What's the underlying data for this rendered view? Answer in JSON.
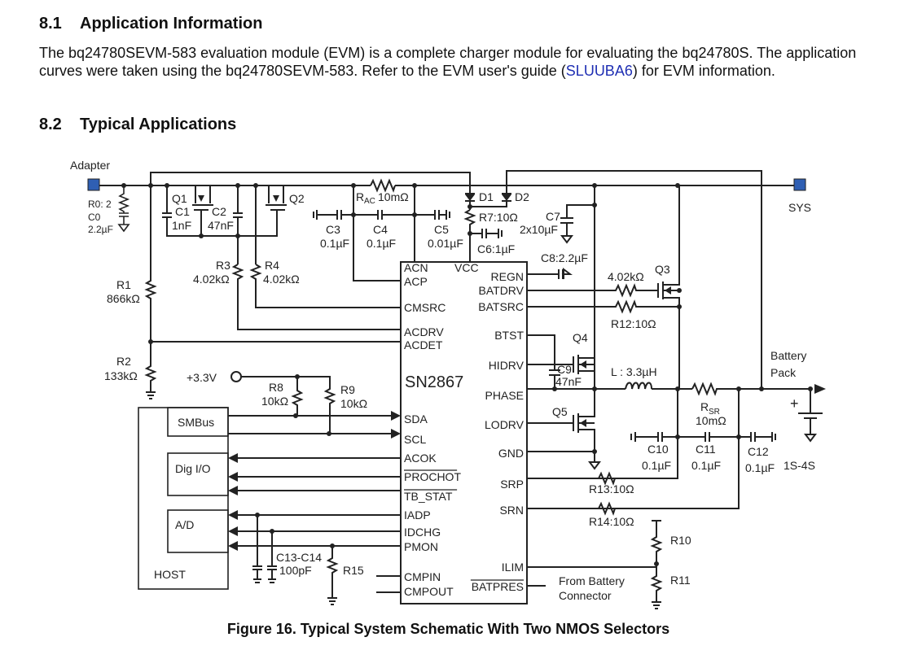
{
  "sections": {
    "s81": {
      "number": "8.1",
      "title": "Application Information"
    },
    "s82": {
      "number": "8.2",
      "title": "Typical Applications"
    }
  },
  "paragraph": {
    "text_before_link": "The bq24780SEVM-583 evaluation module (EVM) is a complete charger module for evaluating the bq24780S. The application curves were taken using the bq24780SEVM-583. Refer to the EVM user's guide (",
    "link_text": "SLUUBA6",
    "text_after_link": ") for EVM information.",
    "link_color": "#1f2fb3"
  },
  "schematic": {
    "ic_name": "SN2867",
    "terminals": {
      "adapter": "Adapter",
      "sys": "SYS",
      "battery_line1": "Battery",
      "battery_line2": "Pack",
      "battery_cells": "1S-4S",
      "plus": "+",
      "v33": "+3.3V",
      "from_batt1": "From Battery",
      "from_batt2": "Connector"
    },
    "terminal_color": "#2f5fb3",
    "left_pins": [
      "ACN",
      "ACP",
      "CMSRC",
      "ACDRV",
      "ACDET",
      "SDA",
      "SCL",
      "ACOK",
      "PROCHOT",
      "TB_STAT",
      "IADP",
      "IDCHG",
      "PMON",
      "CMPIN",
      "CMPOUT"
    ],
    "right_pins": [
      "VCC",
      "REGN",
      "BATDRV",
      "BATSRC",
      "BTST",
      "HIDRV",
      "PHASE",
      "LODRV",
      "GND",
      "SRP",
      "SRN",
      "ILIM",
      "BATPRES"
    ],
    "host": {
      "title": "HOST",
      "smbus": "SMBus",
      "dig_io": "Dig I/O",
      "ad": "A/D"
    },
    "components": {
      "r0": "R0: 2",
      "c0": "C0",
      "c0_val": "2.2µF",
      "q1": "Q1",
      "q2": "Q2",
      "q3": "Q3",
      "q4": "Q4",
      "q5": "Q5",
      "c1": "C1",
      "c1_val": "1nF",
      "c2": "C2",
      "c2_val": "47nF",
      "rac": "R",
      "rac_sub": "AC",
      "rac_val": "10mΩ",
      "d1": "D1",
      "d2": "D2",
      "r7": "R7:10Ω",
      "c6": "C6:1µF",
      "c7": "C7",
      "c7_val": "2x10µF",
      "c8": "C8:2.2µF",
      "c3": "C3",
      "c3_val": "0.1µF",
      "c4": "C4",
      "c4_val": "0.1µF",
      "c5": "C5",
      "c5_val": "0.01µF",
      "r1": "R1",
      "r1_val": "866kΩ",
      "r2": "R2",
      "r2_val": "133kΩ",
      "r3": "R3",
      "r3_val": "4.02kΩ",
      "r4": "R4",
      "r4_val": "4.02kΩ",
      "r8": "R8",
      "r8_val": "10kΩ",
      "r9": "R9",
      "r9_val": "10kΩ",
      "q3_res": "4.02kΩ",
      "r12": "R12:10Ω",
      "c9": "C9",
      "c9_val": "47nF",
      "l": "L : 3.3µH",
      "rsr": "R",
      "rsr_sub": "SR",
      "rsr_val": "10mΩ",
      "c10": "C10",
      "c10_val": "0.1µF",
      "c11": "C11",
      "c11_val": "0.1µF",
      "c12": "C12",
      "c12_val": "0.1µF",
      "r13": "R13:10Ω",
      "r14": "R14:10Ω",
      "r10": "R10",
      "r11": "R11",
      "c13": "C13-C14",
      "c13_val": "100pF",
      "r15": "R15"
    }
  },
  "caption": "Figure 16.  Typical System Schematic With Two NMOS Selectors"
}
